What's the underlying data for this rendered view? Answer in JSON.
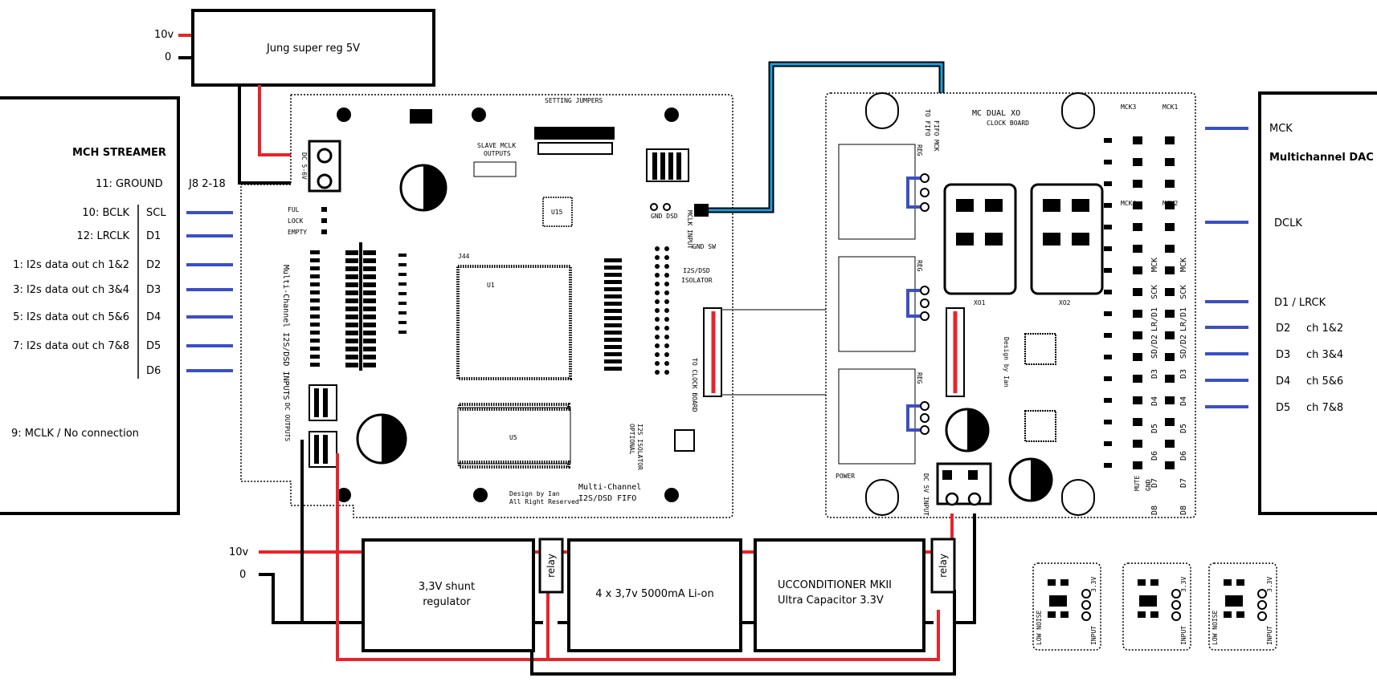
{
  "supply_top": {
    "v10": "10v",
    "v0": "0",
    "reg_label": "Jung super reg 5V"
  },
  "streamer": {
    "title": "MCH STREAMER",
    "ground": "11: GROUND",
    "header": "J8 2-18",
    "pins": [
      {
        "left": "10: BCLK",
        "right": "SCL"
      },
      {
        "left": "12: LRCLK",
        "right": "D1"
      },
      {
        "left": "1: I2s data out ch 1&2",
        "right": "D2"
      },
      {
        "left": "3: I2s data out ch 3&4",
        "right": "D3"
      },
      {
        "left": "5: I2s data out ch 5&6",
        "right": "D4"
      },
      {
        "left": "7: I2s data out ch 7&8",
        "right": "D5"
      },
      {
        "left": "",
        "right": "D6"
      }
    ],
    "mclk": "9: MCLK  / No connection"
  },
  "dac": {
    "title": "Multichannel DAC",
    "mck": "MCK",
    "dclk": "DCLK",
    "lrck": "D1 / LRCK",
    "channels": [
      {
        "pin": "D2",
        "ch": "ch 1&2"
      },
      {
        "pin": "D3",
        "ch": "ch 3&4"
      },
      {
        "pin": "D4",
        "ch": "ch 5&6"
      },
      {
        "pin": "D5",
        "ch": "ch 7&8"
      }
    ]
  },
  "fifo_board": {
    "setting": "SETTING JUMPERS",
    "title": "Multi-Channel",
    "subtitle": "I2S/DSD FIFO",
    "inputs": "Multi-Channel I2S/DSD INPUTS",
    "design": "Design by Ian",
    "rights": "All Right Reserved",
    "slave": "SLAVE MCLK",
    "outputs": "OUTPUTS",
    "ful": "FUL",
    "lock": "LOCK",
    "empty": "EMPTY",
    "isolator": "I2S/DSD",
    "isolator2": "ISOLATOR",
    "to_clock": "TO CLOCK BOARD",
    "mclk_input": "MCLK INPUT",
    "gnd_dsd": "GND DSD",
    "gnd_sw": "GND SW",
    "dc_outputs": "DC OUTPUTS",
    "optional": "OPTIONAL",
    "isolator3": "I2S ISOLATOR",
    "u1": "U1",
    "u5": "U5",
    "u15": "U15",
    "j44": "J44",
    "dc": "DC 5-6V"
  },
  "clock_board": {
    "title": "MC DUAL XO",
    "subtitle": "CLOCK BOARD",
    "fifo_mck": "FIFO MCK",
    "to_fifo": "TO FIFO",
    "xo1": "XO1",
    "xo2": "XO2",
    "design": "Design by Ian",
    "power": "POWER",
    "dc_input": "DC 5V INPUT",
    "mute": "MUTE",
    "gnd": "GND",
    "mck1": "MCK1",
    "mck2": "MCK2",
    "mck3": "MCK3",
    "mck4": "MCK4",
    "reg": "REG",
    "out_labels": [
      "MCK",
      "SCK",
      "LR/D1",
      "SD/D2",
      "D3",
      "D4",
      "D5",
      "D6",
      "D7",
      "D8"
    ]
  },
  "supply_bottom": {
    "v10": "10v",
    "v0": "0",
    "shunt": "3,3V shunt",
    "shunt2": "regulator",
    "relay": "relay",
    "battery": "4 x 3,7v 5000mA Li-on",
    "ucc1": "UCCONDITIONER MKII",
    "ucc2": "Ultra Capacitor 3.3V"
  },
  "small_boards": [
    {
      "v": "3.3V",
      "in": "INPUT",
      "ln": "LOW NOISE"
    },
    {
      "v": "3.3V",
      "in": "INPUT",
      "ln": ""
    },
    {
      "v": "3.3V",
      "in": "INPUT",
      "ln": "LOW NOISE"
    }
  ],
  "colors": {
    "red": "#e8242a",
    "blue": "#3b4fc4",
    "cyan": "#1e9fe0",
    "black": "#000000"
  }
}
